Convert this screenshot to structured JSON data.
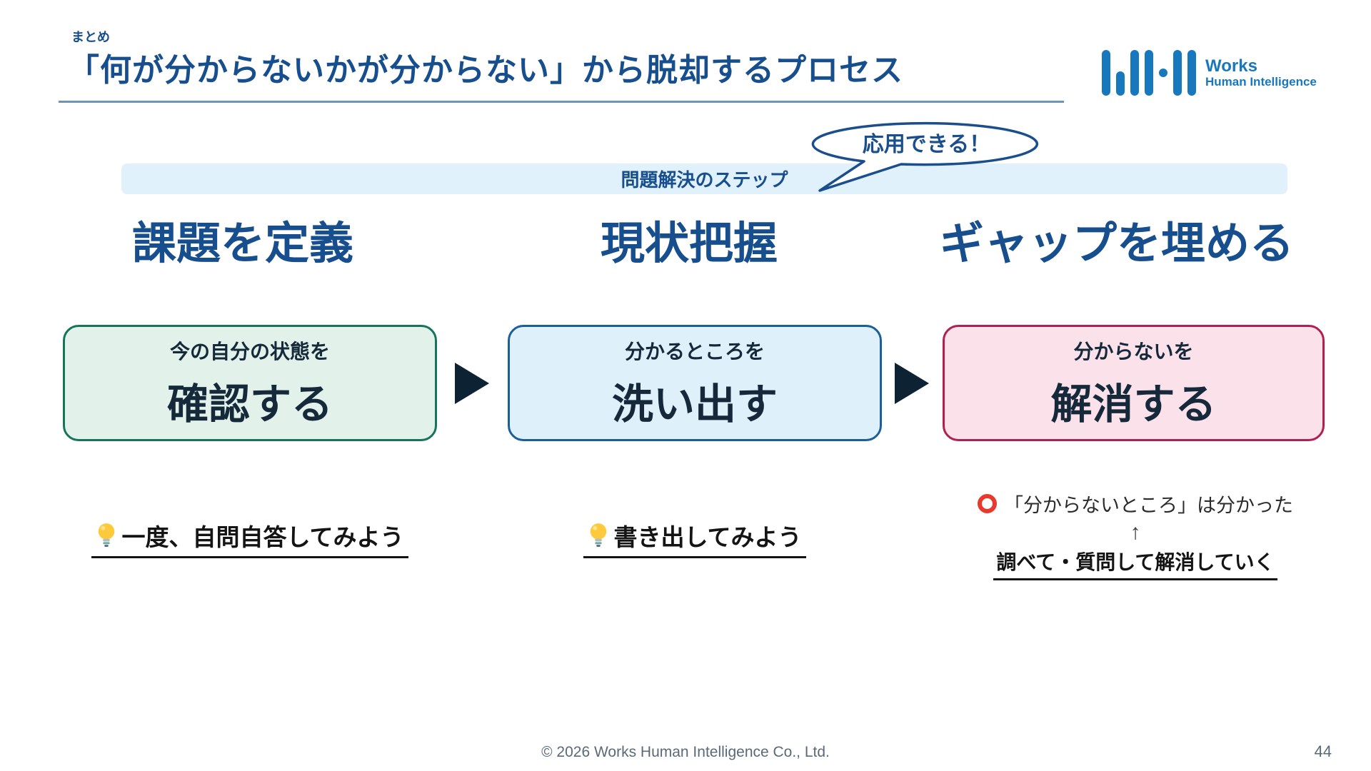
{
  "slide": {
    "tag": "まとめ",
    "title": "「何が分からないかが分からない」から脱却するプロセス"
  },
  "logo": {
    "line1": "Works",
    "line2": "Human Intelligence",
    "color": "#1878be"
  },
  "callout": {
    "text": "応用できる！"
  },
  "banner": {
    "text": "問題解決のステップ",
    "bg": "#e0f1fb"
  },
  "columns": [
    {
      "header": "課題を定義",
      "box": {
        "line1": "今の自分の状態を",
        "line2": "確認する",
        "fill": "#e2f2ea",
        "border": "#16745a"
      },
      "note": {
        "icon": "lightbulb-icon",
        "text": "一度、自問自答してみよう"
      }
    },
    {
      "header": "現状把握",
      "box": {
        "line1": "分かるところを",
        "line2": "洗い出す",
        "fill": "#def0fa",
        "border": "#1b5f98"
      },
      "note": {
        "icon": "lightbulb-icon",
        "text": "書き出してみよう"
      }
    },
    {
      "header": "ギャップを埋める",
      "box": {
        "line1": "分からないを",
        "line2": "解消する",
        "fill": "#fbe2ea",
        "border": "#b02050"
      },
      "gap_note": {
        "status_icon": "red-circle-icon",
        "status": "「分からないところ」は分かった",
        "arrow": "↑",
        "action": "調べて・質問して解消していく"
      }
    }
  ],
  "footer": {
    "copyright": "© 2026 Works Human Intelligence Co., Ltd.",
    "page_number": "44"
  },
  "colors": {
    "accent_blue": "#174e8d",
    "logo_blue": "#1878be",
    "banner_bg": "#e0f1fb",
    "rule_blue_gray": "#6f93b8",
    "arrow_dark": "#0d2233",
    "box_text": "#16293b",
    "footer_gray": "#5a6a78"
  }
}
